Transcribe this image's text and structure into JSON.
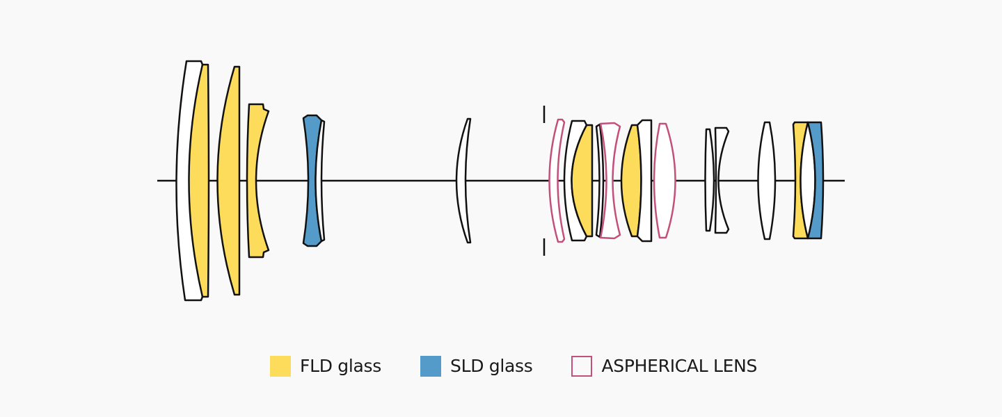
{
  "colors": {
    "background": "#f9f9f9",
    "outline": "#111111",
    "fld": "#fddc5c",
    "sld": "#549bca",
    "aspherical": "#c1507a",
    "plain": "#ffffff"
  },
  "legend": [
    {
      "key": "fld",
      "label": "FLD glass",
      "style": "filled"
    },
    {
      "key": "sld",
      "label": "SLD glass",
      "style": "filled"
    },
    {
      "key": "aspherical",
      "label": "ASPHERICAL LENS",
      "style": "outline"
    }
  ],
  "elements": [
    {
      "id": "L1",
      "type": "meniscus",
      "glass": "plain"
    },
    {
      "id": "L2",
      "type": "positive",
      "glass": "fld"
    },
    {
      "id": "L3",
      "type": "positive",
      "glass": "fld"
    },
    {
      "id": "L4",
      "type": "meniscus",
      "glass": "fld"
    },
    {
      "id": "L5",
      "type": "negative",
      "glass": "sld"
    },
    {
      "id": "L6",
      "type": "meniscus",
      "glass": "plain"
    },
    {
      "id": "L7",
      "type": "meniscus",
      "glass": "plain"
    },
    {
      "id": "stop",
      "type": "aperture-stop"
    },
    {
      "id": "L8",
      "type": "meniscus",
      "glass": "aspherical"
    },
    {
      "id": "L9",
      "type": "meniscus",
      "glass": "plain"
    },
    {
      "id": "L10",
      "type": "positive",
      "glass": "fld"
    },
    {
      "id": "L11",
      "type": "meniscus",
      "glass": "plain"
    },
    {
      "id": "L12",
      "type": "negative",
      "glass": "aspherical"
    },
    {
      "id": "L13",
      "type": "positive",
      "glass": "fld"
    },
    {
      "id": "L14",
      "type": "meniscus",
      "glass": "plain"
    },
    {
      "id": "L15",
      "type": "positive",
      "glass": "aspherical"
    },
    {
      "id": "L16",
      "type": "meniscus",
      "glass": "plain"
    },
    {
      "id": "L17",
      "type": "negative",
      "glass": "plain"
    },
    {
      "id": "L18",
      "type": "positive",
      "glass": "plain"
    },
    {
      "id": "L19",
      "type": "meniscus",
      "glass": "fld"
    },
    {
      "id": "L20",
      "type": "positive",
      "glass": "plain"
    },
    {
      "id": "L21",
      "type": "meniscus",
      "glass": "sld"
    }
  ]
}
